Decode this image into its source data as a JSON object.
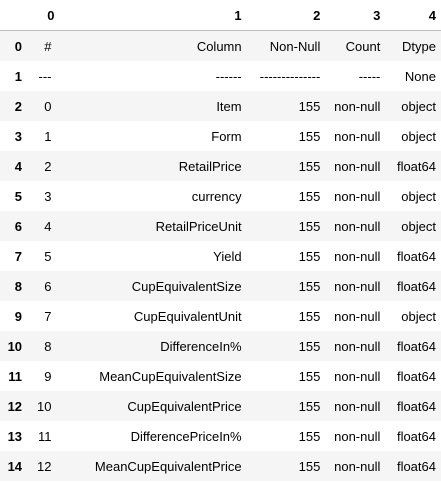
{
  "table": {
    "columns": [
      "0",
      "1",
      "2",
      "3",
      "4"
    ],
    "rows": [
      {
        "index": "0",
        "cells": [
          "#",
          "Column",
          "Non-Null",
          "Count",
          "Dtype"
        ]
      },
      {
        "index": "1",
        "cells": [
          "---",
          "------",
          "--------------",
          "-----",
          "None"
        ]
      },
      {
        "index": "2",
        "cells": [
          "0",
          "Item",
          "155",
          "non-null",
          "object"
        ]
      },
      {
        "index": "3",
        "cells": [
          "1",
          "Form",
          "155",
          "non-null",
          "object"
        ]
      },
      {
        "index": "4",
        "cells": [
          "2",
          "RetailPrice",
          "155",
          "non-null",
          "float64"
        ]
      },
      {
        "index": "5",
        "cells": [
          "3",
          "currency",
          "155",
          "non-null",
          "object"
        ]
      },
      {
        "index": "6",
        "cells": [
          "4",
          "RetailPriceUnit",
          "155",
          "non-null",
          "object"
        ]
      },
      {
        "index": "7",
        "cells": [
          "5",
          "Yield",
          "155",
          "non-null",
          "float64"
        ]
      },
      {
        "index": "8",
        "cells": [
          "6",
          "CupEquivalentSize",
          "155",
          "non-null",
          "float64"
        ]
      },
      {
        "index": "9",
        "cells": [
          "7",
          "CupEquivalentUnit",
          "155",
          "non-null",
          "object"
        ]
      },
      {
        "index": "10",
        "cells": [
          "8",
          "DifferenceIn%",
          "155",
          "non-null",
          "float64"
        ]
      },
      {
        "index": "11",
        "cells": [
          "9",
          "MeanCupEquivalentSize",
          "155",
          "non-null",
          "float64"
        ]
      },
      {
        "index": "12",
        "cells": [
          "10",
          "CupEquivalentPrice",
          "155",
          "non-null",
          "float64"
        ]
      },
      {
        "index": "13",
        "cells": [
          "11",
          "DifferencePriceIn%",
          "155",
          "non-null",
          "float64"
        ]
      },
      {
        "index": "14",
        "cells": [
          "12",
          "MeanCupEquivalentPrice",
          "155",
          "non-null",
          "float64"
        ]
      }
    ]
  }
}
